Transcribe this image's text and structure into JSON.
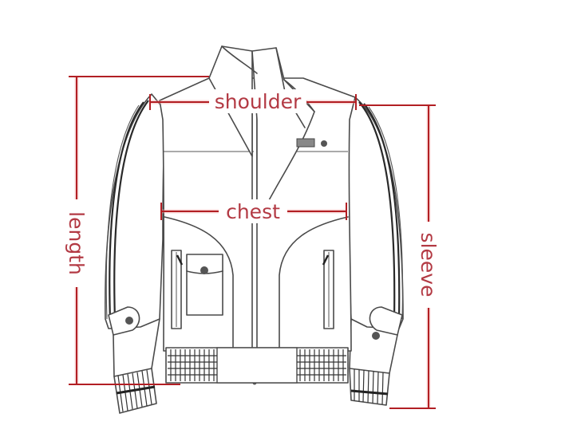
{
  "diagram": {
    "title": "Jacket size measurement chart",
    "subject": "zip-up bomber jacket, front view, technical flat sketch",
    "colors": {
      "background": "#ffffff",
      "outline": "#4a4a4a",
      "dimension_line": "#b21f24",
      "dimension_text": "#b33a44"
    },
    "measurements": [
      {
        "id": "shoulder",
        "label": "shoulder",
        "orientation": "horizontal",
        "description": "seam to seam across top of shoulders"
      },
      {
        "id": "chest",
        "label": "chest",
        "orientation": "horizontal",
        "description": "across chest at underarm level"
      },
      {
        "id": "length",
        "label": "length",
        "orientation": "vertical",
        "description": "top of shoulder to bottom hem"
      },
      {
        "id": "sleeve",
        "label": "sleeve",
        "orientation": "vertical",
        "description": "shoulder seam to cuff end"
      }
    ],
    "features": [
      "stand-up collar",
      "center front zipper",
      "chest flap with badge and snap button",
      "left patch pocket with button flap",
      "two vertical zip pockets",
      "striped sleeve trims",
      "cuff tabs with snap buttons",
      "ribbed cuffs and waistband"
    ]
  }
}
